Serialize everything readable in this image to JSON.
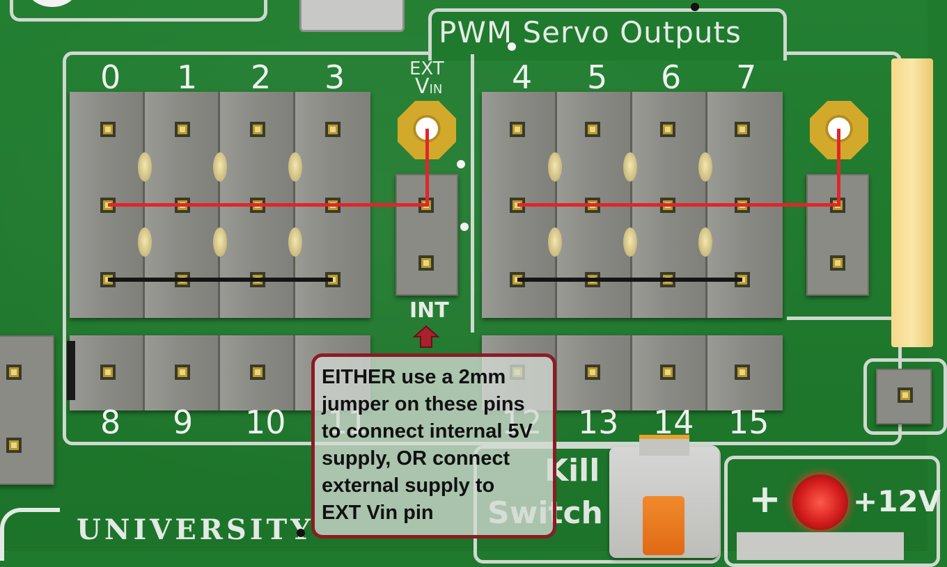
{
  "board": {
    "section_title": "PWM Servo Outputs",
    "ext_label_top": "EXT",
    "ext_label_v": "V",
    "ext_label_sub": "IN",
    "int_label": "INT",
    "kill_label_1": "Kill",
    "kill_label_2": "Switch",
    "university_label": "UNIVERSITY",
    "power_plus": "+",
    "power_label": "+12V",
    "top_numbers": [
      "0",
      "1",
      "2",
      "3",
      "4",
      "5",
      "6",
      "7"
    ],
    "bottom_numbers": [
      "8",
      "9",
      "10",
      "11",
      "12",
      "13",
      "14",
      "15"
    ]
  },
  "callout": {
    "lines": [
      "EITHER use a 2mm",
      "jumper on these pins",
      "to connect internal 5V",
      "supply, OR connect",
      "external supply to",
      "EXT Vin pin"
    ]
  },
  "colors": {
    "pcb": "#1f7a2e",
    "silkscreen": "#e6ece6",
    "pad_gold": "#d3a92b",
    "wire_positive": "#e0262a",
    "wire_ground": "#141414",
    "callout_border": "#8a1c26"
  }
}
